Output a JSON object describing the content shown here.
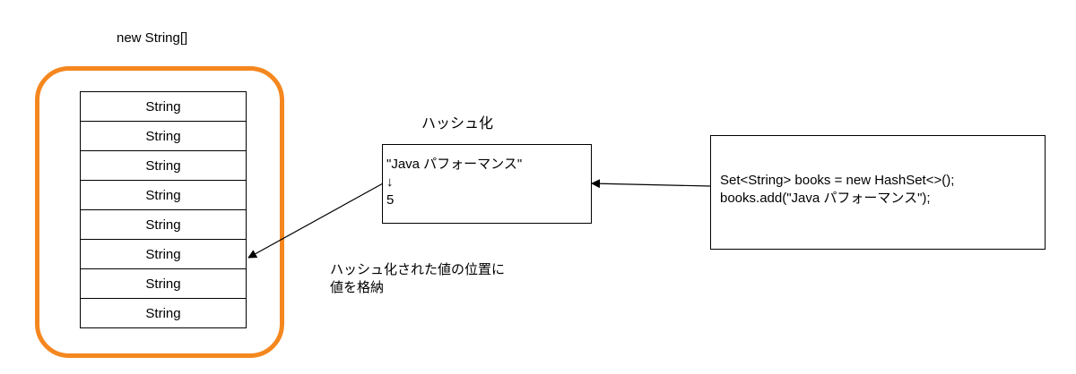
{
  "array": {
    "title": "new String[]",
    "cells": [
      "String",
      "String",
      "String",
      "String",
      "String",
      "String",
      "String",
      "String"
    ]
  },
  "hash": {
    "title": "ハッシュ化",
    "lines": [
      "\"Java パフォーマンス\"",
      "↓",
      "5"
    ]
  },
  "code": {
    "lines": [
      "Set<String> books = new HashSet<>();",
      "books.add(\"Java パフォーマンス\");"
    ]
  },
  "note": {
    "lines": [
      "ハッシュ化された値の位置に",
      "値を格納"
    ]
  },
  "colors": {
    "container_border": "#f5871f",
    "line": "#000000"
  }
}
